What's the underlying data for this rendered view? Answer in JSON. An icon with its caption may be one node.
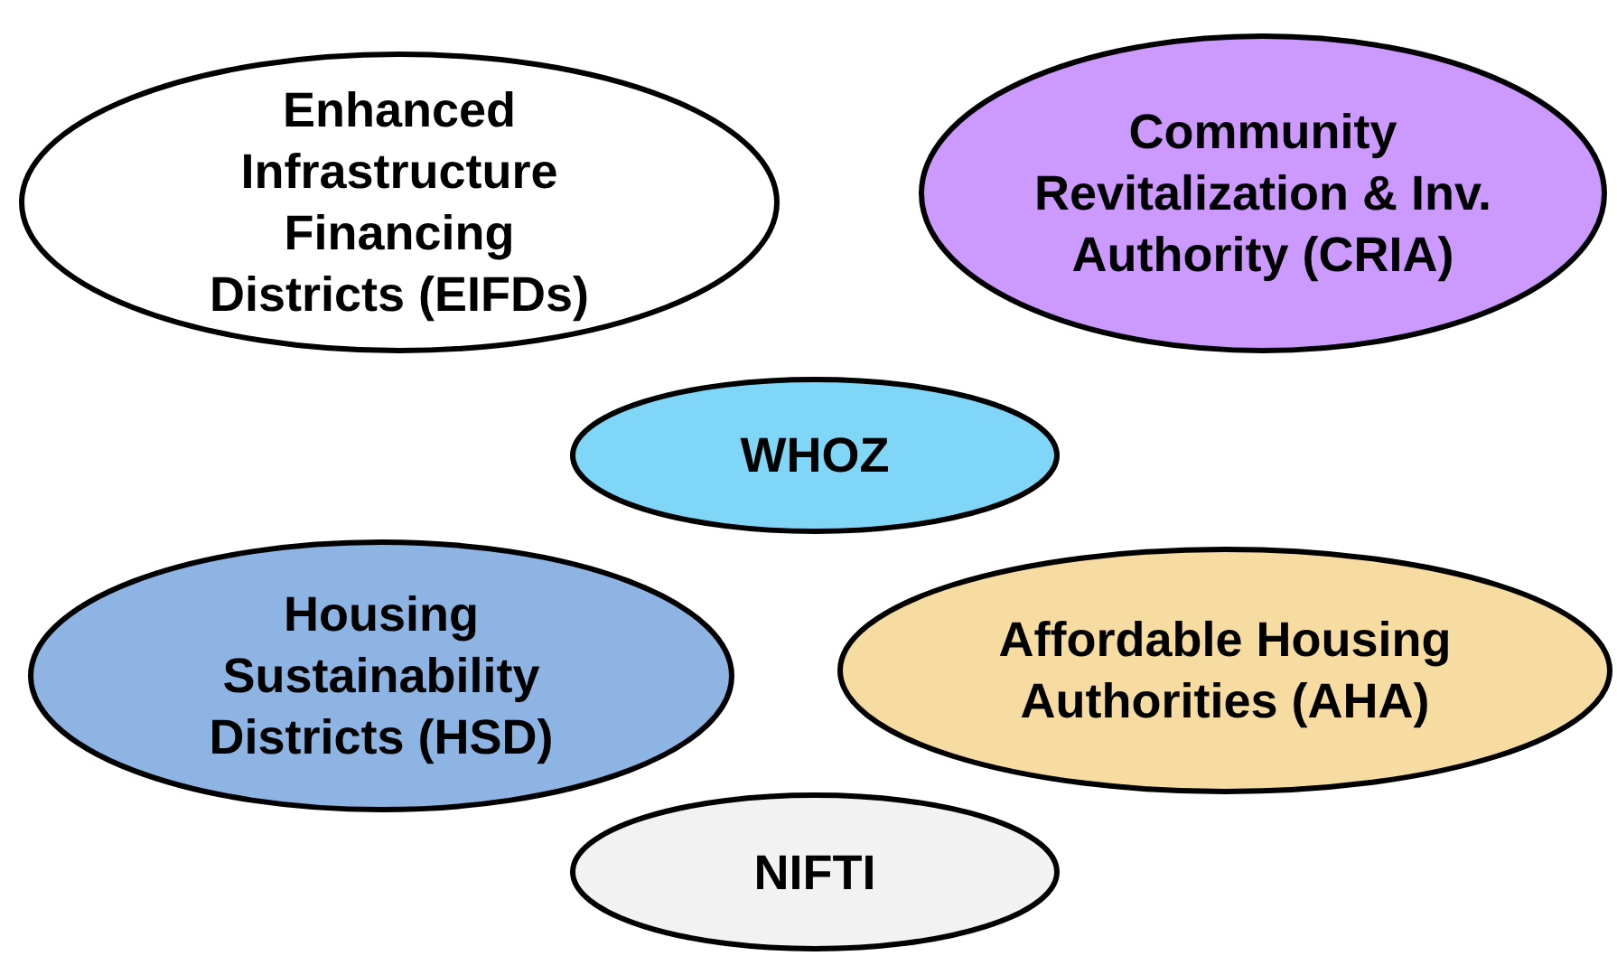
{
  "diagram": {
    "nodes": [
      {
        "text": [
          "Enhanced Infrastructure Financing Districts (EIFDs)"
        ]
      },
      {
        "text": [
          "Community Revitalization & Inv. Authority (CRIA)"
        ]
      },
      {
        "text": [
          "WHOZ"
        ]
      },
      {
        "text": [
          "Housing Sustainability Districts (HSD)"
        ]
      },
      {
        "text": [
          "Affordable Housing Authorities (AHA)"
        ]
      },
      {
        "text": [
          "NIFTI"
        ]
      }
    ],
    "edges": []
  }
}
